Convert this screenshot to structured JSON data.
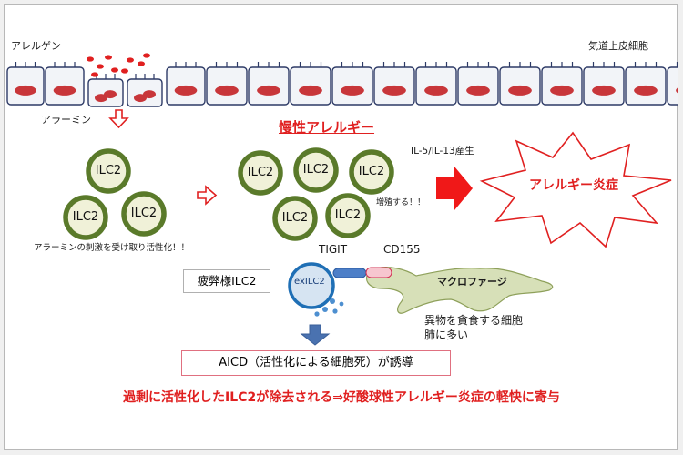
{
  "labels": {
    "allergen": "アレルゲン",
    "airway_epithelium": "気道上皮細胞",
    "alarmin": "アラーミン",
    "chronic_allergy": "慢性アレルギー",
    "il5_il13": "IL-5/IL-13産生",
    "allergic_inflammation": "アレルギー炎症",
    "proliferation": "増殖する！！",
    "alarmin_activation": "アラーミンの刺激を受け取り活性化！！",
    "tigit": "TIGIT",
    "cd155": "CD155",
    "exhausted_ilc2": "疲弊様ILC2",
    "exilc2": "exILC2",
    "macrophage": "マクロファージ",
    "macrophage_desc1": "異物を貪食する細胞",
    "macrophage_desc2": "肺に多い",
    "aicd": "AICD（活性化による細胞死）が誘導",
    "conclusion": "過剰に活性化したILC2が除去される⇒好酸球性アレルギー炎症の軽快に寄与"
  },
  "cell_label": "ILC2",
  "colors": {
    "ilc2_ring": "#5a7a2a",
    "ilc2_fill": "#f0f1d8",
    "nucleus": "#c8363a",
    "epithelium_fill": "#f2f4f8",
    "epithelium_stroke": "#2d3a66",
    "red_text": "#e02020",
    "exilc2_ring": "#1f6fb5",
    "exilc2_fill": "#d6e4f2",
    "macrophage_fill": "#d7e0b8",
    "macrophage_stroke": "#8ea05a",
    "down_arrow": "#4a72b0"
  },
  "icons": {
    "open_arrow": "outlined-arrow-icon",
    "big_arrow": "solid-red-arrow-icon",
    "burst": "starburst-shape"
  }
}
